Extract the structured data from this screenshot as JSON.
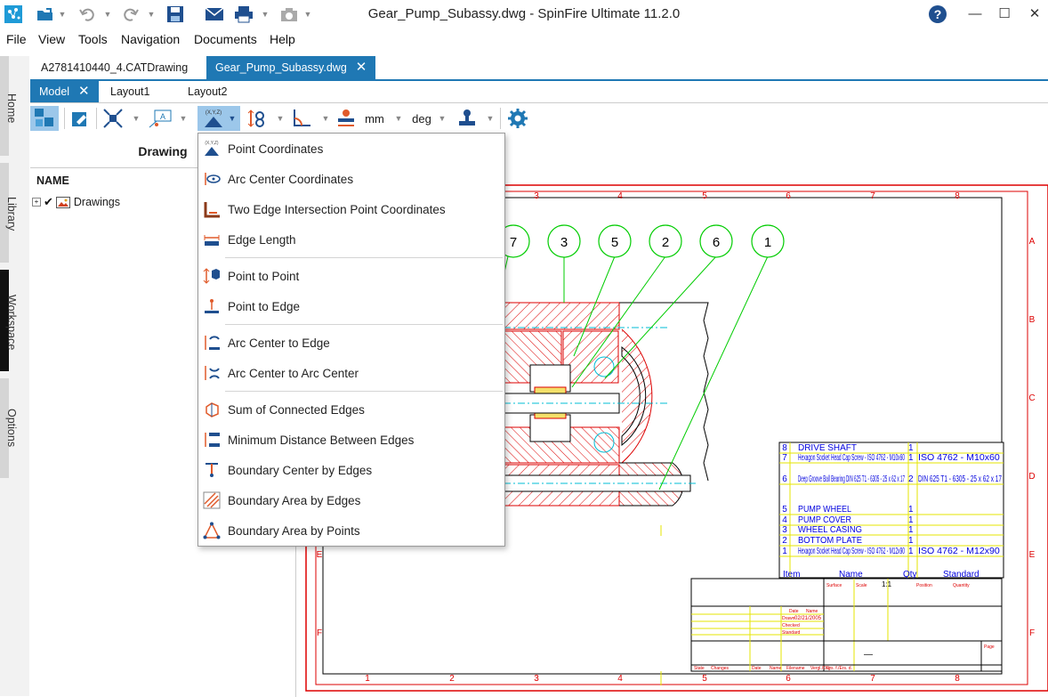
{
  "window": {
    "title": "Gear_Pump_Subassy.dwg - SpinFire Ultimate 11.2.0",
    "controls": {
      "minimize": "—",
      "maximize": "☐",
      "close": "✕"
    }
  },
  "menubar": [
    "File",
    "View",
    "Tools",
    "Navigation",
    "Documents",
    "Help"
  ],
  "document_tabs": [
    {
      "label": "A2781410440_4.CATDrawing",
      "active": false
    },
    {
      "label": "Gear_Pump_Subassy.dwg",
      "active": true
    }
  ],
  "view_tabs": [
    {
      "label": "Model",
      "active": true
    },
    {
      "label": "Layout1",
      "active": false
    },
    {
      "label": "Layout2",
      "active": false
    }
  ],
  "side_tabs": [
    "Home",
    "Library",
    "Workspace",
    "Options"
  ],
  "toolbar": {
    "units_length": "mm",
    "units_angle": "deg"
  },
  "panel": {
    "title": "Drawing",
    "column_header": "NAME",
    "tree": [
      {
        "label": "Drawings",
        "checked": true,
        "expander": "+"
      }
    ]
  },
  "dropdown": {
    "groups": [
      [
        "Point Coordinates",
        "Arc Center Coordinates",
        "Two Edge Intersection Point Coordinates",
        "Edge Length"
      ],
      [
        "Point to Point",
        "Point to Edge"
      ],
      [
        "Arc Center to Edge",
        "Arc Center to Arc Center"
      ],
      [
        "Sum of Connected Edges",
        "Minimum Distance Between Edges",
        "Boundary Center by Edges",
        "Boundary Area by Edges",
        "Boundary Area by Points"
      ]
    ]
  },
  "drawing": {
    "balloons": [
      "7",
      "3",
      "5",
      "2",
      "6",
      "1"
    ],
    "zone_columns": [
      "3",
      "4",
      "5",
      "6",
      "7",
      "8"
    ],
    "zone_rows": [
      "A",
      "B",
      "C",
      "D",
      "E",
      "F"
    ],
    "bottom_columns": [
      "1",
      "2",
      "3",
      "4",
      "5",
      "6",
      "7",
      "8"
    ],
    "bom_rows": [
      {
        "item": "8",
        "name": "DRIVE SHAFT",
        "qty": "1",
        "standard": ""
      },
      {
        "item": "7",
        "name": "Hexagon Socket Head Cap Screw - ISO 4762 - M10x60",
        "qty": "1",
        "standard": "ISO 4762 - M10x60"
      },
      {
        "item": "6",
        "name": "Deep Groove Ball Bearing DIN 625 T1 - 6305 - 25 x 62 x 17",
        "qty": "2",
        "standard": "DIN 625 T1 - 6305 - 25 x 62 x 17"
      },
      {
        "item": "5",
        "name": "PUMP WHEEL",
        "qty": "1",
        "standard": ""
      },
      {
        "item": "4",
        "name": "PUMP COVER",
        "qty": "1",
        "standard": ""
      },
      {
        "item": "3",
        "name": "WHEEL CASING",
        "qty": "1",
        "standard": ""
      },
      {
        "item": "2",
        "name": "BOTTOM PLATE",
        "qty": "1",
        "standard": ""
      },
      {
        "item": "1",
        "name": "Hexagon Socket Head Cap Screw - ISO 4762 - M12x90",
        "qty": "1",
        "standard": "ISO 4762 - M12x90"
      }
    ],
    "bom_headers": {
      "item": "Item",
      "name": "Name",
      "qty": "Qty",
      "standard": "Standard"
    },
    "title_block": {
      "surface": "Surface",
      "scale": "Scale",
      "scale_value": "1:1",
      "position": "Position",
      "quantity": "Quantity",
      "date": "Date",
      "name": "Name",
      "drawn": "Drawn",
      "drawn_date": "02/21/2005",
      "checked": "Checked",
      "standard": "Standard",
      "page": "Page",
      "dash": "—",
      "footer": [
        "State",
        "Changes",
        "Date",
        "Name",
        "Filename",
        "Vergl./Org",
        "Ers. f./Ers. d."
      ]
    }
  },
  "colors": {
    "accent": "#1f78b4",
    "drawing_red": "#dd0000",
    "drawing_green": "#00cc00",
    "drawing_yellow": "#e6e600",
    "drawing_blue": "#0000dd",
    "drawing_cyan": "#00bcd4"
  }
}
